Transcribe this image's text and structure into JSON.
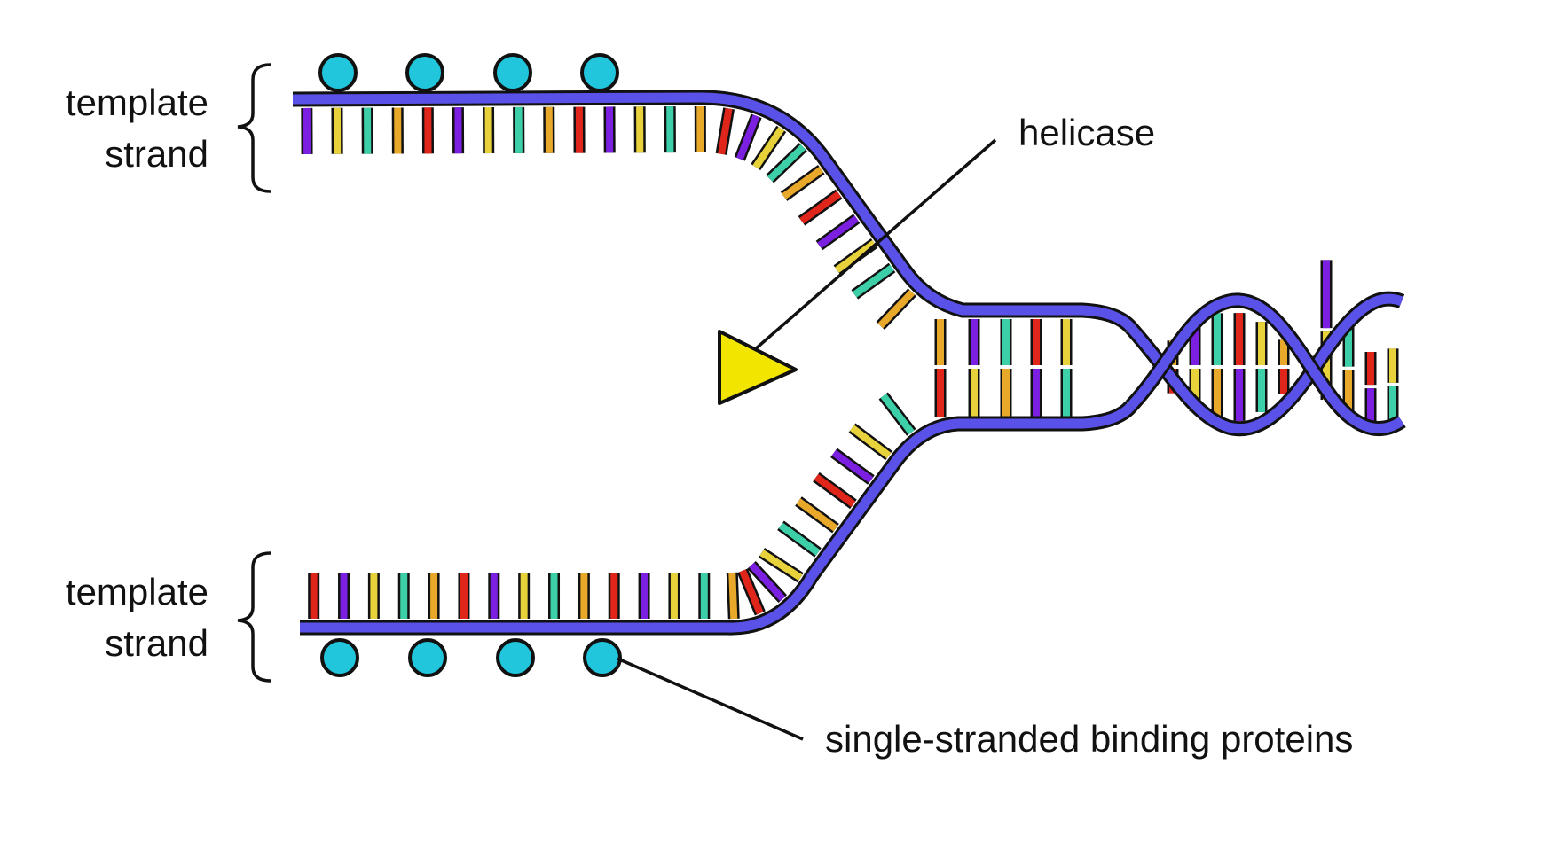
{
  "labels": {
    "top_template": [
      "template",
      "strand"
    ],
    "bottom_template": [
      "template",
      "strand"
    ],
    "helicase": "helicase",
    "ssb": "single-stranded binding proteins"
  },
  "colors": {
    "backbone": "#5a52e8",
    "outline": "#111111",
    "base_palette": [
      "#e8a92b",
      "#7b1fe0",
      "#3dcfa8",
      "#e0261b",
      "#e8d23c"
    ],
    "protein": "#22c6dc",
    "helicase": "#f2e600"
  },
  "icons": {
    "helicase": "triangle-enzyme-icon",
    "protein": "circle-protein-icon"
  }
}
